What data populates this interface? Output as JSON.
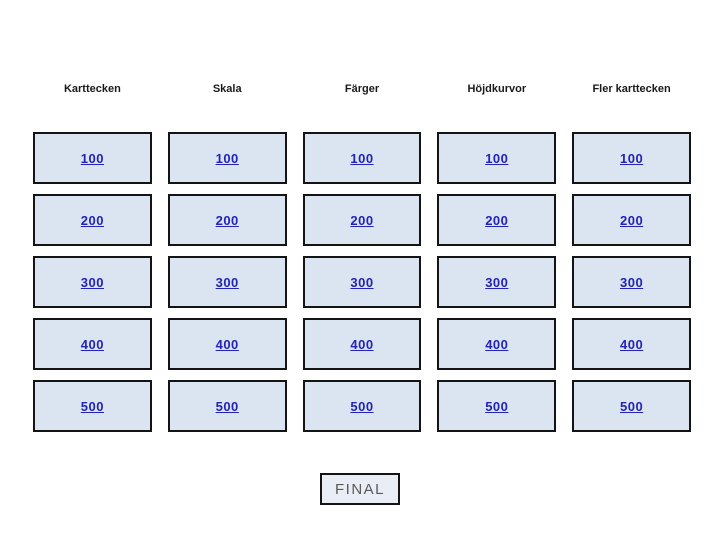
{
  "board": {
    "categories": [
      "Karttecken",
      "Skala",
      "Färger",
      "Höjdkurvor",
      "Fler karttecken"
    ],
    "values": [
      "100",
      "200",
      "300",
      "400",
      "500"
    ],
    "final_label": "FINAL",
    "colors": {
      "cell_fill": "#dbe5f1",
      "cell_border": "#141414",
      "link_blue": "#2323b8",
      "final_fill": "#e9edf5",
      "final_text": "#595959",
      "header_text": "#1a1a1a",
      "background": "#ffffff"
    }
  }
}
